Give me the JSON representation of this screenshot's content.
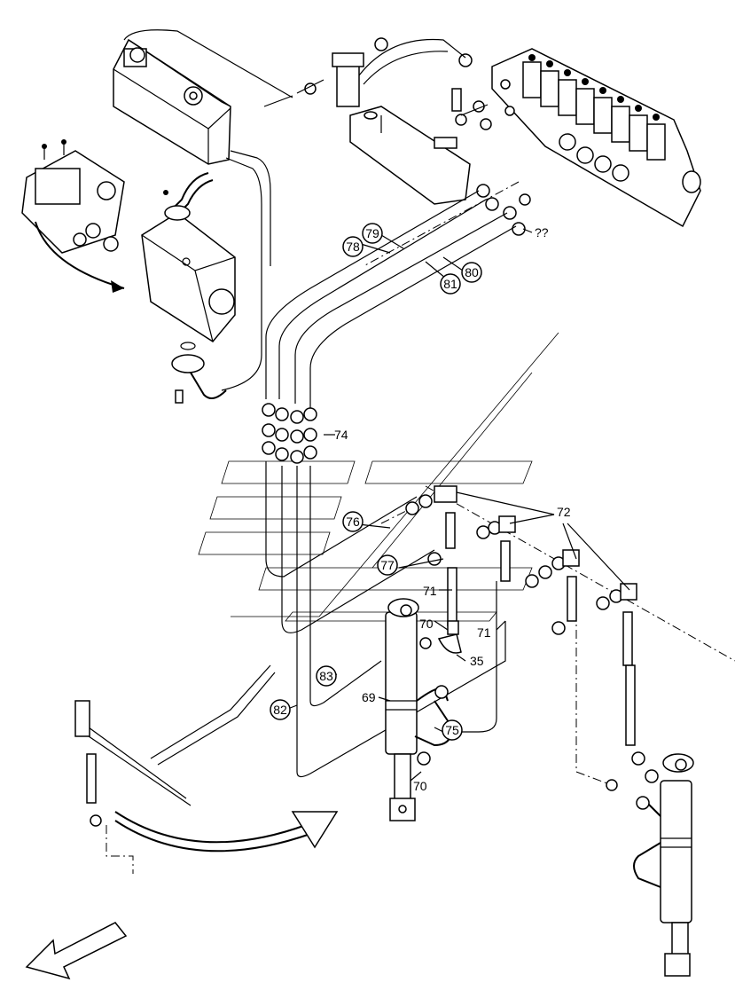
{
  "callouts": {
    "c78": "78",
    "c79": "79",
    "c80": "80",
    "c81": "81",
    "c74": "74",
    "cqq": "??",
    "c72": "72",
    "c76": "76",
    "c77": "77",
    "c71a": "71",
    "c71b": "71",
    "c70a": "70",
    "c35": "35",
    "c83": "83",
    "c82": "82",
    "c69": "69",
    "c75": "75",
    "c70b": "70"
  }
}
